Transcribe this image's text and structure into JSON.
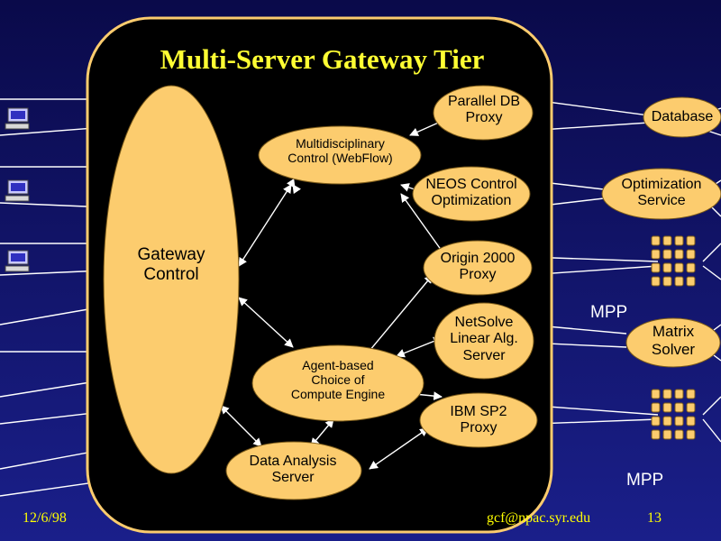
{
  "title": "Multi-Server Gateway Tier",
  "nodes": {
    "gateway": "Gateway\nControl",
    "multidisciplinary": "Multidisciplinary\nControl (WebFlow)",
    "parallel_db": "Parallel DB\nProxy",
    "neos": "NEOS Control\nOptimization",
    "origin": "Origin 2000\nProxy",
    "netsolve": "NetSolve\nLinear Alg.\nServer",
    "agent": "Agent-based\nChoice of\nCompute Engine",
    "ibm": "IBM SP2\nProxy",
    "data_analysis": "Data Analysis\nServer",
    "database": "Database",
    "optimization_service": "Optimization\nService",
    "matrix_solver": "Matrix\nSolver"
  },
  "mpp_labels": [
    "MPP",
    "MPP"
  ],
  "footer": {
    "date": "12/6/98",
    "email": "gcf@npac.syr.edu",
    "page": "13"
  },
  "colors": {
    "background": "#0d0d5a",
    "node_fill": "#fccc6e",
    "title_color": "#ffff33",
    "footer_color": "#ffff00"
  },
  "icons": [
    "computer-icon",
    "computer-icon",
    "computer-icon",
    "grid-icon",
    "grid-icon"
  ]
}
